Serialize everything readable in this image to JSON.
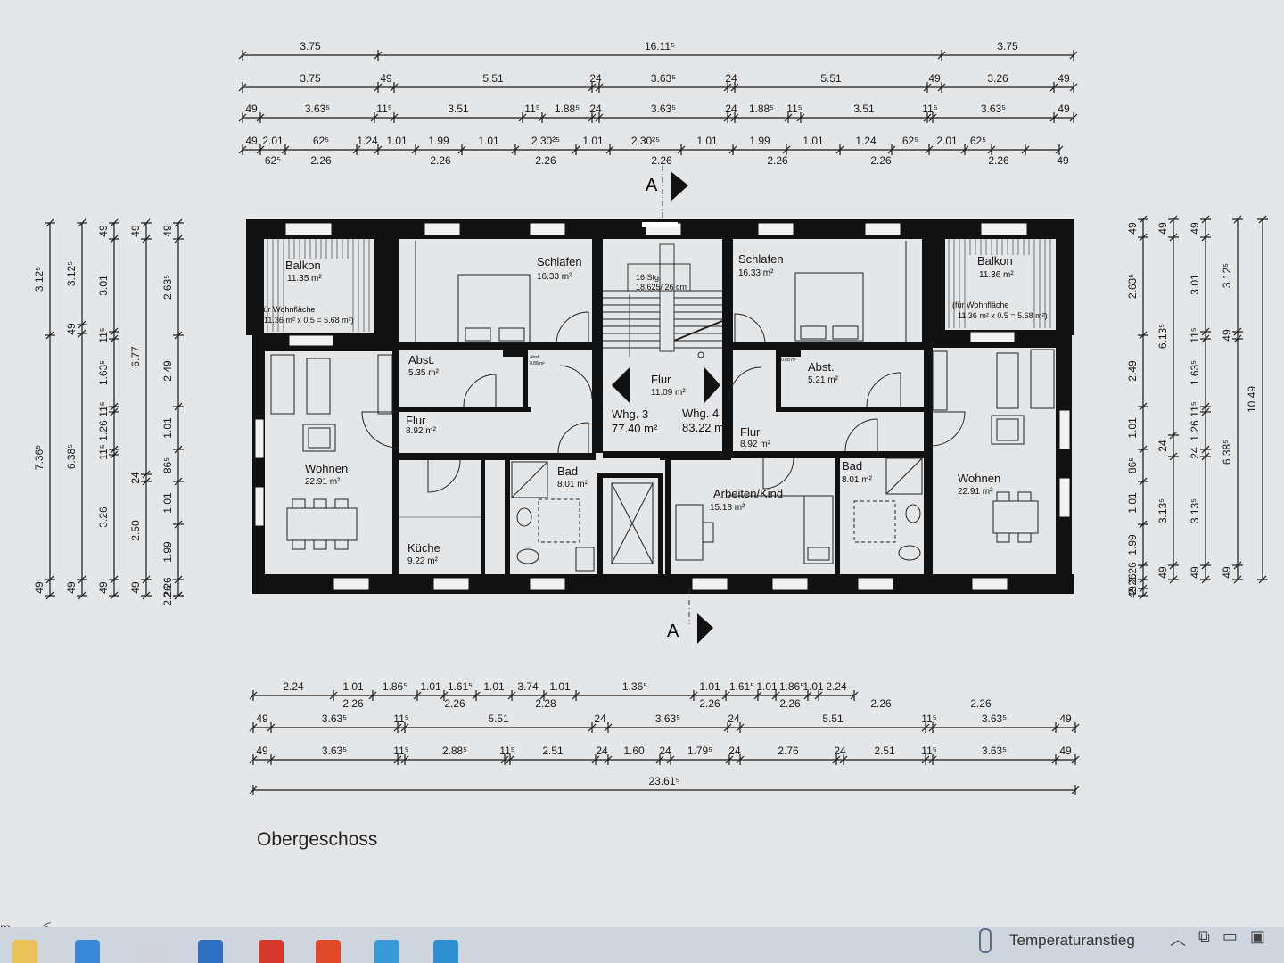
{
  "title": "Obergeschoss",
  "left_cut_text": "m",
  "dims": {
    "top_total": [
      "3.75",
      "16.11⁵",
      "3.75"
    ],
    "top_row2": [
      "3.75",
      "49",
      "5.51",
      "24",
      "3.63⁵",
      "24",
      "5.51",
      "49",
      "3.26",
      "49"
    ],
    "top_row3": [
      "49",
      "3.63⁵",
      "11⁵",
      "3.51",
      "11⁵",
      "1.88⁵",
      "24",
      "3.63⁵",
      "24",
      "1.88⁵",
      "11⁵",
      "3.51",
      "11⁵",
      "3.63⁵",
      "49"
    ],
    "top_row4_upper": [
      "49",
      "2.01",
      "62⁵",
      "1.24",
      "1.01",
      "1.99",
      "1.01",
      "2.30²⁵",
      "1.01",
      "2.30²⁵",
      "1.01",
      "1.99",
      "1.01",
      "1.24",
      "62⁵",
      "2.01",
      "62⁵"
    ],
    "top_row4_lower": [
      "62⁵",
      "2.26",
      "2.26",
      "2.26",
      "2.26",
      "2.26",
      "2.26",
      "2.26",
      "49"
    ],
    "bottom_row1": [
      "2.24",
      "1.01",
      "1.86⁵",
      "1.01",
      "1.61⁵",
      "1.01",
      "3.74",
      "1.01",
      "1.36⁵",
      "1.01",
      "1.61⁵",
      "1.01",
      "1.86⁵",
      "1.01",
      "2.24"
    ],
    "bottom_row1_lower": [
      "2.26",
      "2.26",
      "2.28",
      "2.26",
      "2.26",
      "2.26",
      "2.26"
    ],
    "bottom_row2": [
      "49",
      "3.63⁵",
      "11⁵",
      "5.51",
      "24",
      "3.63⁵",
      "24",
      "5.51",
      "11⁵",
      "3.63⁵",
      "49"
    ],
    "bottom_row3": [
      "49",
      "3.63⁵",
      "11⁵",
      "2.88⁵",
      "11⁵",
      "2.51",
      "24",
      "1.60",
      "24",
      "1.79⁵",
      "24",
      "2.76",
      "24",
      "2.51",
      "11⁵",
      "3.63⁵",
      "49"
    ],
    "bottom_total": "23.61⁵",
    "left_col1": [
      "3.12⁵",
      "7.36⁵",
      "49"
    ],
    "left_col2": [
      "3.12⁵",
      "49",
      "6.38⁵",
      "49"
    ],
    "left_col3": [
      "49",
      "3.01",
      "11⁵",
      "1.63⁵",
      "11⁵",
      "1.26",
      "11⁵",
      "3.26",
      "49"
    ],
    "left_col4": [
      "49",
      "6.77",
      "24",
      "2.50",
      "49"
    ],
    "left_col5": [
      "49",
      "2.63⁵",
      "2.49",
      "1.01",
      "86⁵",
      "1.01",
      "1.99",
      "2.26",
      "2.26"
    ],
    "right_col1": [
      "49",
      "2.63⁵",
      "2.49",
      "1.01",
      "86⁵",
      "1.01",
      "1.99",
      "2.26",
      "2.26",
      "49"
    ],
    "right_col2": [
      "49",
      "6.13⁵",
      "24",
      "3.13⁵",
      "49"
    ],
    "right_col3": [
      "49",
      "3.01",
      "11⁵",
      "1.63⁵",
      "11⁵",
      "1.26",
      "24",
      "3.13⁵",
      "49"
    ],
    "right_col4": [
      "3.12⁵",
      "49",
      "6.38⁵",
      "49"
    ],
    "right_col5": [
      "10.49"
    ]
  },
  "section_marker": "A",
  "rooms": {
    "balkon_left": {
      "name": "Balkon",
      "area": "11.35 m²",
      "note1": "(für Wohnfläche",
      "note2": "11.36 m² x 0.5 = 5.68 m²)"
    },
    "balkon_right": {
      "name": "Balkon",
      "area": "11.36 m²",
      "note1": "(für Wohnfläche",
      "note2": "11.36 m² x 0.5 = 5.68 m²)"
    },
    "schlafen_left": {
      "name": "Schlafen",
      "area": "16.33 m²"
    },
    "schlafen_right": {
      "name": "Schlafen",
      "area": "16.33 m²"
    },
    "abst_left": {
      "name": "Abst.",
      "area": "5.35 m²"
    },
    "abst_right": {
      "name": "Abst.",
      "area": "5.21 m²"
    },
    "abst_small_left": {
      "name": "Abst.",
      "area": "0.88 m²"
    },
    "abst_small_right": {
      "name": "Abst.",
      "area": "0.88 m²"
    },
    "flur_left": {
      "name": "Flur",
      "area": "8.92 m²"
    },
    "flur_right": {
      "name": "Flur",
      "area": "8.92 m²"
    },
    "flur_center": {
      "name": "Flur",
      "area": "11.09 m²"
    },
    "wohnen_left": {
      "name": "Wohnen",
      "area": "22.91 m²"
    },
    "wohnen_right": {
      "name": "Wohnen",
      "area": "22.91 m²"
    },
    "bad_left": {
      "name": "Bad",
      "area": "8.01 m²"
    },
    "bad_right": {
      "name": "Bad",
      "area": "8.01 m²"
    },
    "kueche": {
      "name": "Küche",
      "area": "9.22 m²"
    },
    "arbeiten": {
      "name": "Arbeiten/Kind",
      "area": "15.18 m²"
    },
    "stairs": {
      "line1": "16 Stg.",
      "line2": "18.625/ 26 cm"
    },
    "whg3": {
      "name": "Whg. 3",
      "area": "77.40 m²"
    },
    "whg4": {
      "name": "Whg. 4",
      "area": "83.22 m²"
    }
  },
  "taskbar": {
    "weather_text": "Temperaturanstieg",
    "icon_colors": [
      "#e8c35a",
      "#3a86d8",
      "#d0d4d8",
      "#2f6fbf",
      "#d33a2c",
      "#e04a2a",
      "#3a9ad8",
      "#2d8fd0"
    ]
  }
}
